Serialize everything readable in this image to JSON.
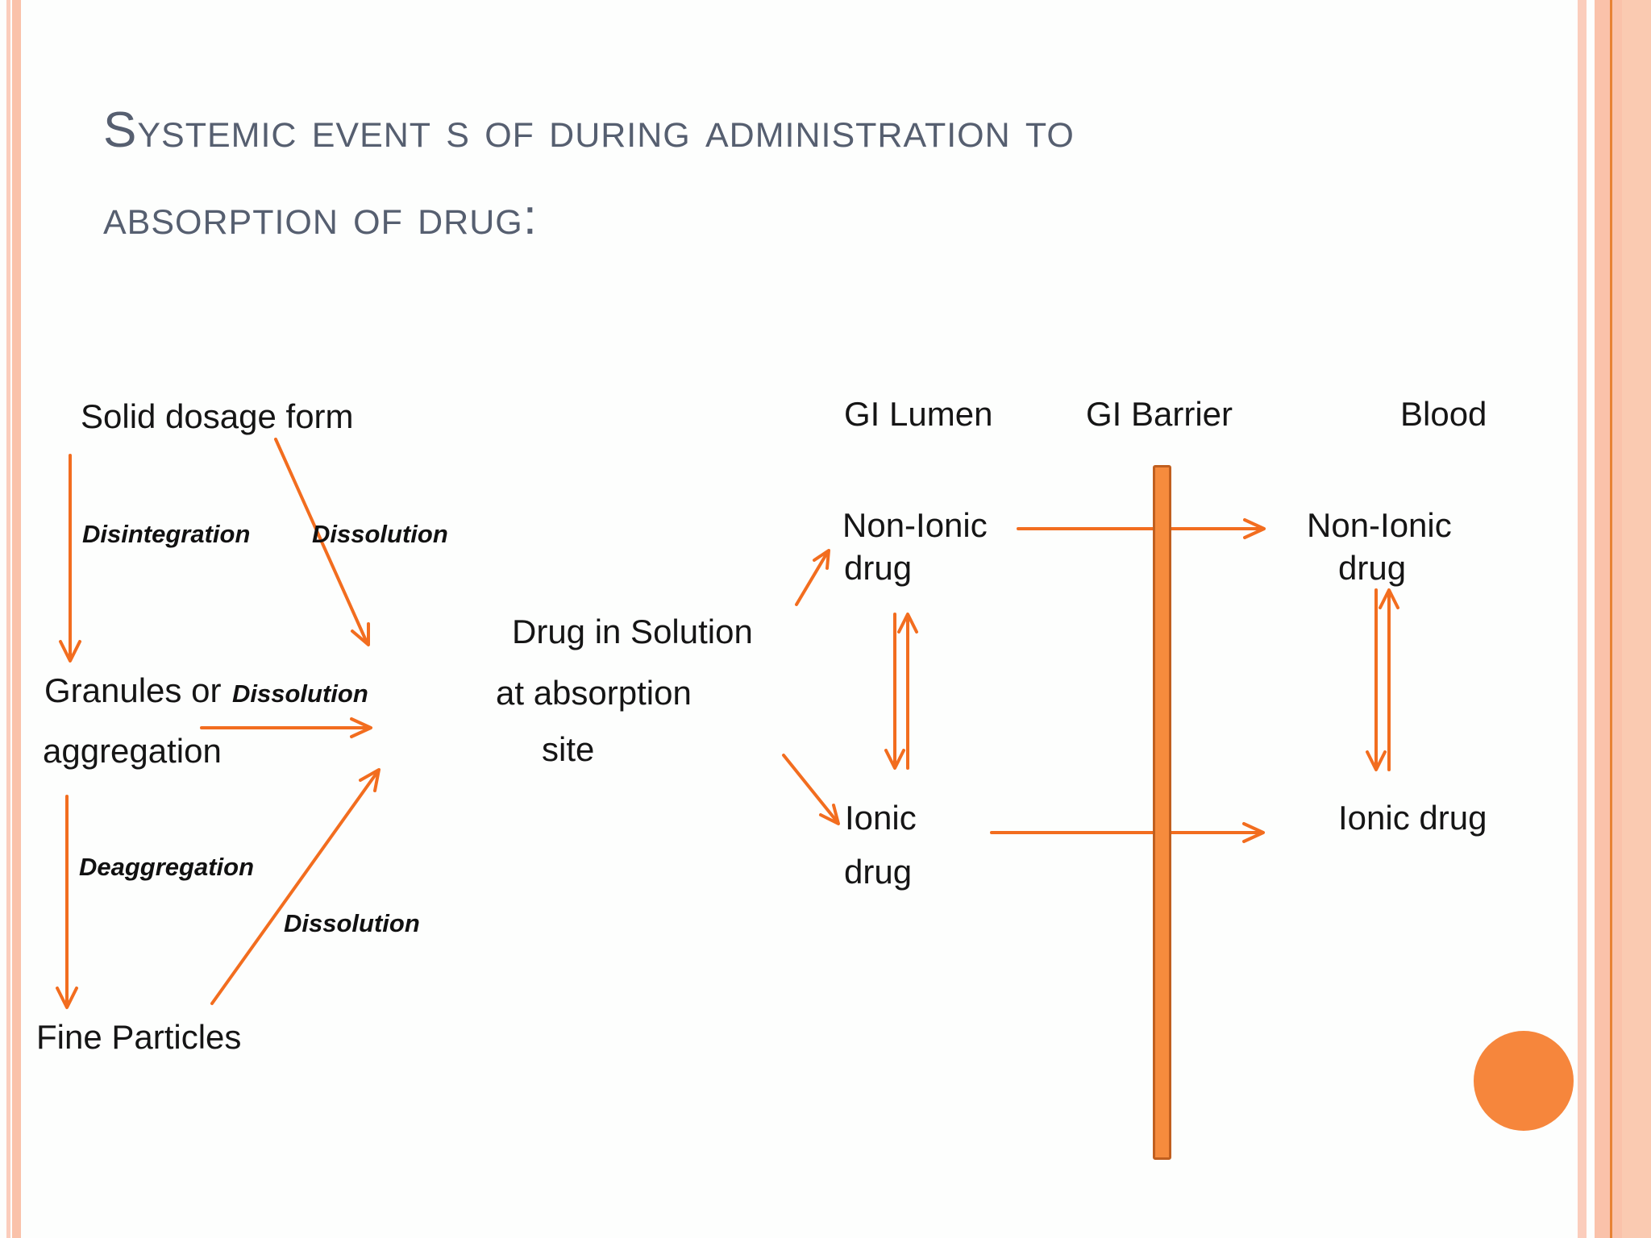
{
  "slide": {
    "title_line1": "Systemic event s of during administration to",
    "title_line2": "absorption of drug:"
  },
  "left_diagram": {
    "solid_dosage_form": "Solid dosage form",
    "disintegration_label": "Disintegration",
    "dissolution_top_label": "Dissolution",
    "granules_line1": "Granules or",
    "granules_line2": "aggregation",
    "dissolution_mid_label": "Dissolution",
    "deaggregation_label": "Deaggregation",
    "dissolution_bottom_label": "Dissolution",
    "fine_particles": "Fine Particles",
    "drug_in_solution_line1": "Drug in Solution",
    "drug_in_solution_line2": "at absorption",
    "drug_in_solution_line3": "site"
  },
  "right_diagram": {
    "column_gi_lumen": "GI Lumen",
    "column_gi_barrier": "GI Barrier",
    "column_blood": "Blood",
    "lumen_nonionic_line1": "Non-Ionic",
    "lumen_nonionic_line2": "drug",
    "lumen_ionic_line1": "Ionic",
    "lumen_ionic_line2": "drug",
    "blood_nonionic_line1": "Non-Ionic",
    "blood_nonionic_line2": "drug",
    "blood_ionic": "Ionic drug"
  },
  "icons": {
    "gi_barrier_bar": "vertical-orange-bar",
    "decorative_circle": "orange-circle"
  },
  "colors": {
    "arrow_orange": "#F26D1F",
    "bar_fill": "#F68B3D",
    "bar_border": "#C05F1F",
    "circle": "#F6863C",
    "title": "#565F70",
    "stripe_light": "#FBCDBC",
    "stripe_light2": "#FACAB1",
    "stripe_peach": "#FAC2AA",
    "border_line": "#E78234"
  }
}
